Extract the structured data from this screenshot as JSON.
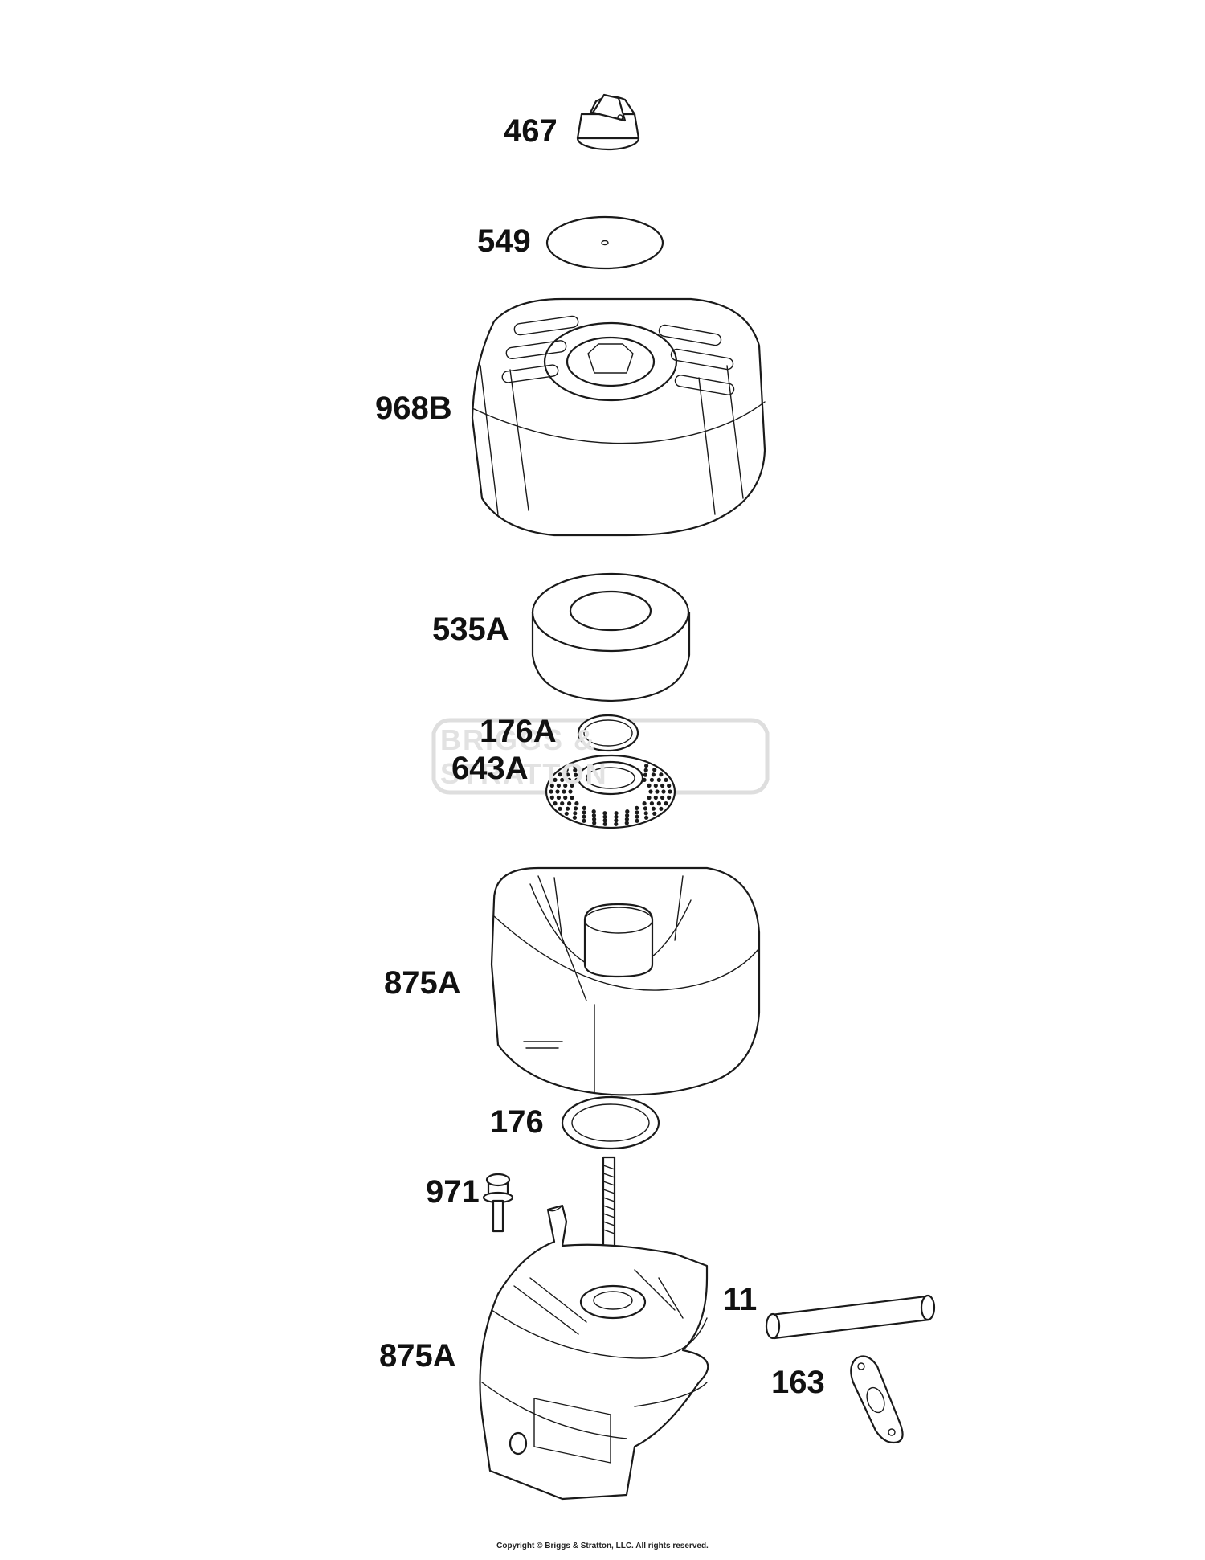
{
  "parts": [
    {
      "id": "p467",
      "label": "467"
    },
    {
      "id": "p549",
      "label": "549"
    },
    {
      "id": "p968b",
      "label": "968B"
    },
    {
      "id": "p535a",
      "label": "535A"
    },
    {
      "id": "p176a",
      "label": "176A"
    },
    {
      "id": "p643a",
      "label": "643A"
    },
    {
      "id": "p875a_top",
      "label": "875A"
    },
    {
      "id": "p176",
      "label": "176"
    },
    {
      "id": "p971",
      "label": "971"
    },
    {
      "id": "p11",
      "label": "11"
    },
    {
      "id": "p875a_base",
      "label": "875A"
    },
    {
      "id": "p163",
      "label": "163"
    }
  ],
  "watermark": {
    "text": "BRIGGS & STRATTON"
  },
  "footer": {
    "copyright": "Copyright © Briggs & Stratton, LLC. All rights reserved."
  },
  "colors": {
    "line": "#1a1a1a",
    "background": "#ffffff",
    "watermark": "#dedede"
  }
}
